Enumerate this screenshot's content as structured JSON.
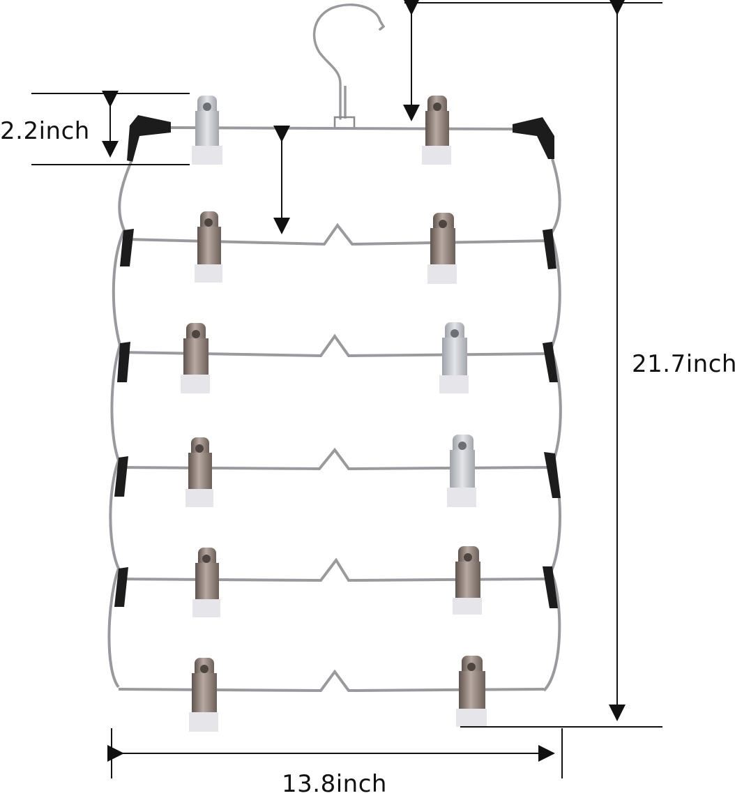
{
  "dimensions": {
    "clip_height": {
      "label": "2.2inch"
    },
    "total_height": {
      "label": "21.7inch"
    },
    "width": {
      "label": "13.8inch"
    }
  },
  "hanger": {
    "tiers": 6,
    "clips_per_tier": 2,
    "colors": {
      "wire": "#9a9a9e",
      "end_cap": "#1c1c1c",
      "clip_metal": "#8c7f78",
      "clip_pad": "#e6e6ea",
      "dimension_line": "#111111"
    }
  }
}
